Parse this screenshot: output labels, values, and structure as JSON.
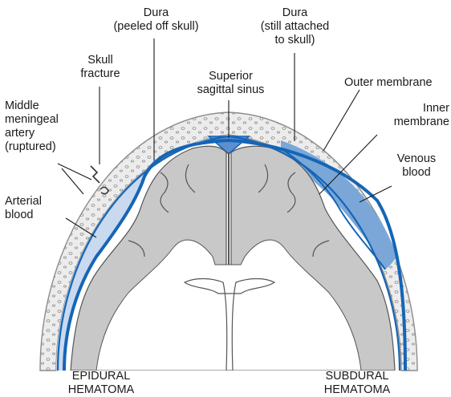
{
  "labels": {
    "dura_peeled": [
      "Dura",
      "(peeled off skull)"
    ],
    "dura_attached": [
      "Dura",
      "(still attached",
      "to skull)"
    ],
    "skull_fracture": [
      "Skull",
      "fracture"
    ],
    "sinus": [
      "Superior",
      "sagittal sinus"
    ],
    "outer_membrane": [
      "Outer membrane"
    ],
    "inner_membrane": [
      "Inner",
      "membrane"
    ],
    "middle_artery": [
      "Middle",
      "meningeal",
      "artery",
      "(ruptured)"
    ],
    "venous_blood": [
      "Venous",
      "blood"
    ],
    "arterial_blood": [
      "Arterial",
      "blood"
    ],
    "epidural": [
      "EPIDURAL",
      "HEMATOMA"
    ],
    "subdural": [
      "SUBDURAL",
      "HEMATOMA"
    ]
  },
  "colors": {
    "skull": "#ececec",
    "bone_outline": "#8c8c8c",
    "dura": "#1565b5",
    "arterial_blood": "#c9d9ef",
    "venous_blood": "#7aa7d8",
    "sinus": "#5b8fd0",
    "brain_cortex": "#c8c8c8",
    "white_matter": "#ffffff",
    "text": "#1a1a1a"
  }
}
